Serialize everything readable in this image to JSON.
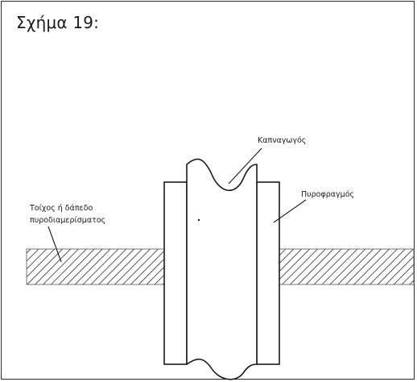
{
  "figure": {
    "title": "Σχήμα 19:",
    "labels": {
      "duct": "Καπναγωγός",
      "firestop": "Πυροφραγμός",
      "wall_line1": "Τοίχος ή δάπεδο",
      "wall_line2": "πυροδιαμερίσματος"
    }
  },
  "colors": {
    "ink": "#1a1a1a",
    "hatch": "#2b2b2b",
    "background": "#ffffff"
  }
}
